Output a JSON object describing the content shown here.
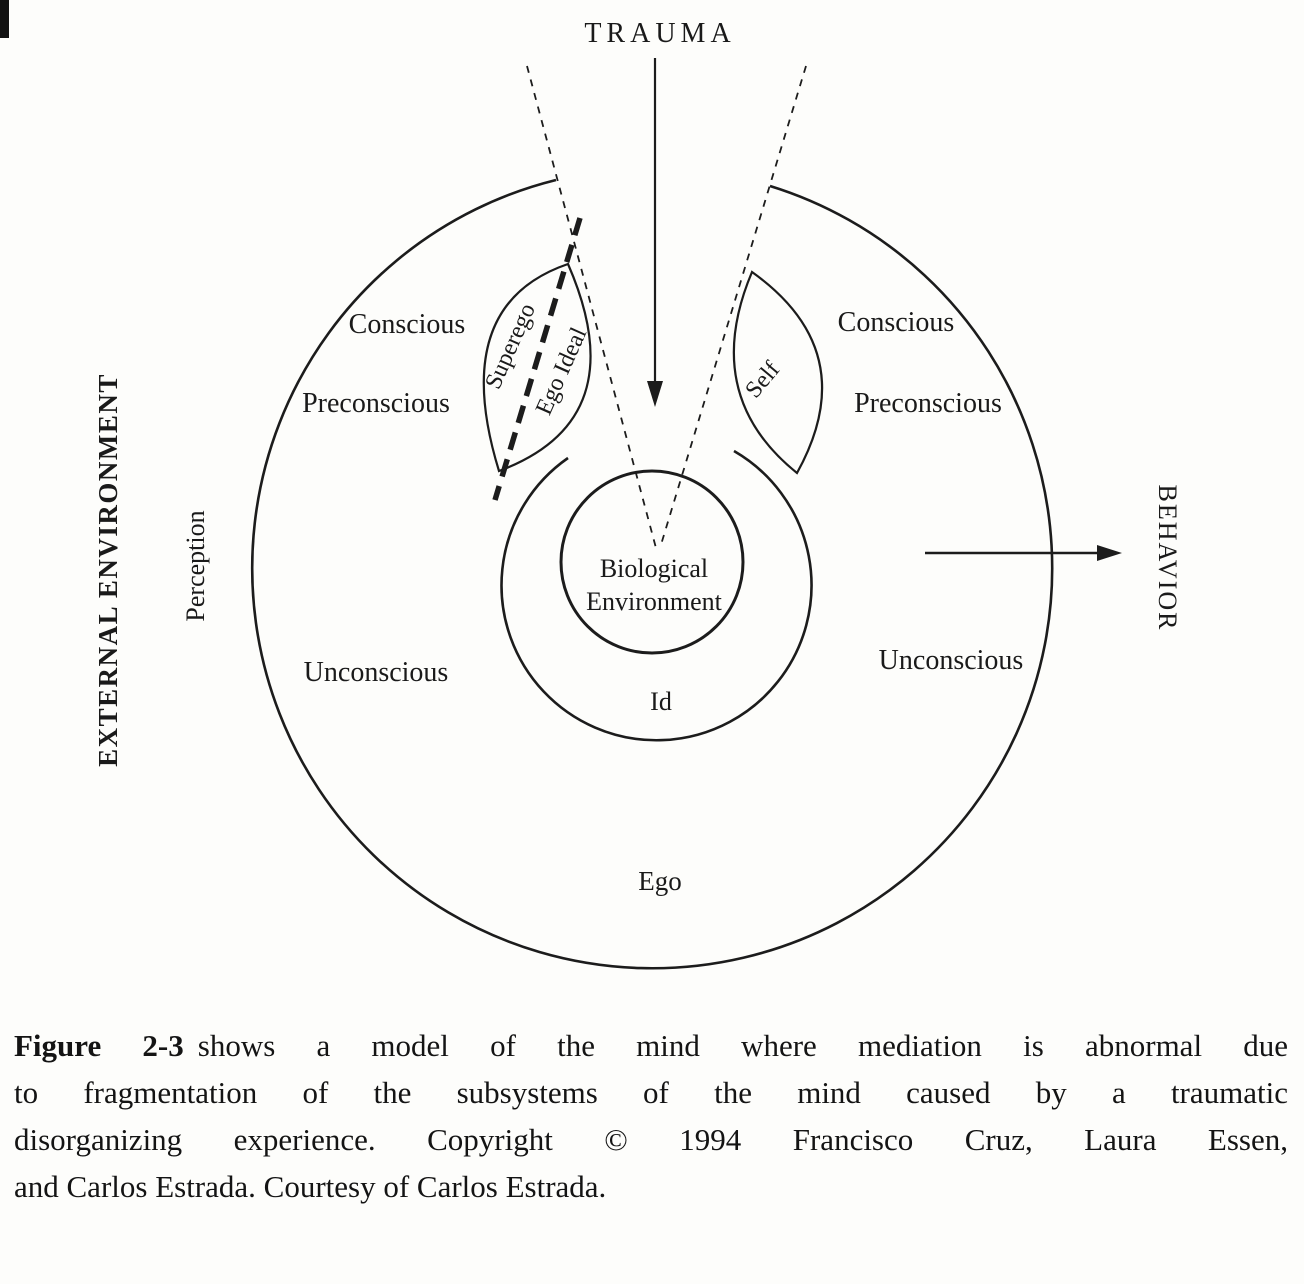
{
  "colors": {
    "ink": "#1a1a1a",
    "background": "#fdfdfb"
  },
  "diagram": {
    "trauma_label": "TRAUMA",
    "external_environment_label": "EXTERNAL ENVIRONMENT",
    "perception_label": "Perception",
    "behavior_label": "BEHAVIOR",
    "left_hemisphere": {
      "conscious": "Conscious",
      "preconscious": "Preconscious",
      "unconscious": "Unconscious"
    },
    "right_hemisphere": {
      "conscious": "Conscious",
      "preconscious": "Preconscious",
      "unconscious": "Unconscious"
    },
    "superego_label": "Superego",
    "ego_ideal_label": "Ego Ideal",
    "self_label": "Self",
    "biological_environment": {
      "line1": "Biological",
      "line2": "Environment"
    },
    "id_label": "Id",
    "ego_label": "Ego"
  },
  "caption": {
    "figure_number": "Figure 2-3",
    "lines": [
      "shows a model of the mind where mediation is abnormal due",
      "to fragmentation of the subsystems of the mind caused by a traumatic",
      "disorganizing experience. Copyright © 1994 Francisco Cruz, Laura Essen,",
      "and Carlos Estrada. Courtesy of Carlos Estrada."
    ]
  }
}
